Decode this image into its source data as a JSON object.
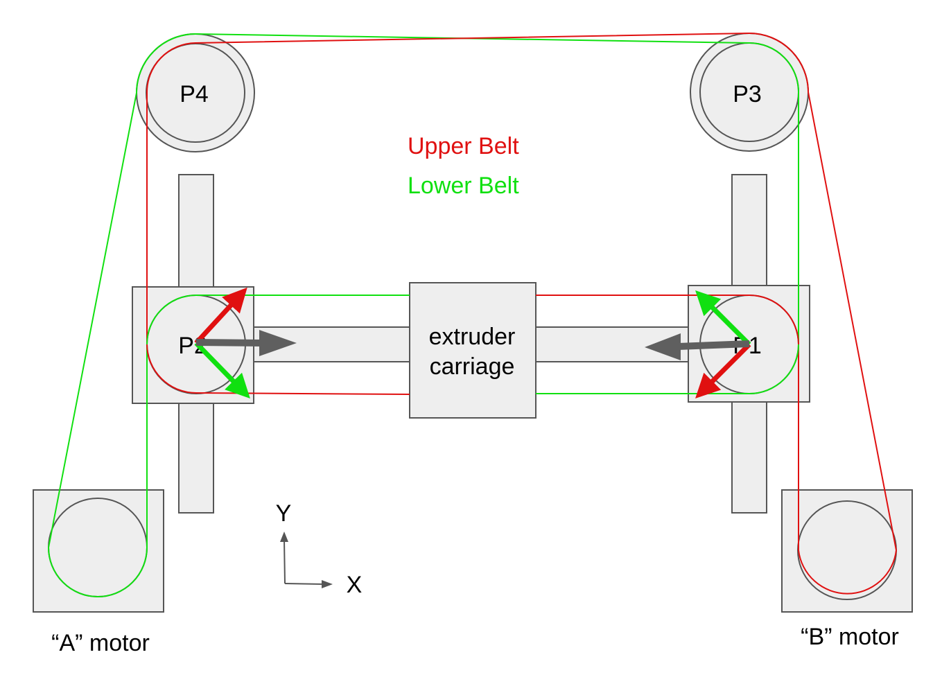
{
  "legend": {
    "upper": "Upper Belt",
    "lower": "Lower Belt"
  },
  "pulleys": {
    "p1": "P1",
    "p2": "P2",
    "p3": "P3",
    "p4": "P4"
  },
  "carriage": {
    "line1": "extruder",
    "line2": "carriage"
  },
  "motors": {
    "a": "“A” motor",
    "b": "“B” motor"
  },
  "axes": {
    "y": "Y",
    "x": "X"
  },
  "colors": {
    "upper_belt": "#e01010",
    "lower_belt": "#10e010",
    "parts_fill": "#eeeeee",
    "outline": "#555555",
    "motion_arrow": "#5f5f5f"
  }
}
